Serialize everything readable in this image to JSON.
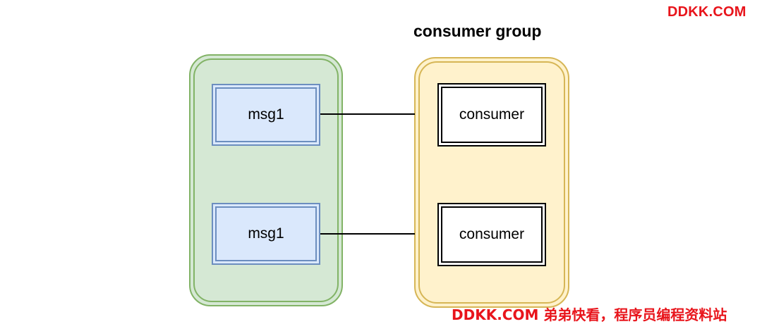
{
  "watermark": {
    "top": "DDKK.COM",
    "bottom": "DDKK.COM 弟弟快看，程序员编程资料站",
    "color": "#e8141b"
  },
  "diagram": {
    "group_title": "consumer group",
    "messages": [
      {
        "label": "msg1"
      },
      {
        "label": "msg1"
      }
    ],
    "consumers": [
      {
        "label": "consumer"
      },
      {
        "label": "consumer"
      }
    ],
    "connections": [
      {
        "from": "messages.0",
        "to": "consumers.0"
      },
      {
        "from": "messages.1",
        "to": "consumers.1"
      }
    ],
    "colors": {
      "message_container_fill": "#d5e8d4",
      "message_container_stroke": "#82b366",
      "group_container_fill": "#fff2cc",
      "group_container_stroke": "#d6b656",
      "message_fill": "#dae8fc",
      "message_stroke": "#6c8ebf",
      "consumer_fill": "#ffffff",
      "consumer_stroke": "#000000"
    }
  }
}
